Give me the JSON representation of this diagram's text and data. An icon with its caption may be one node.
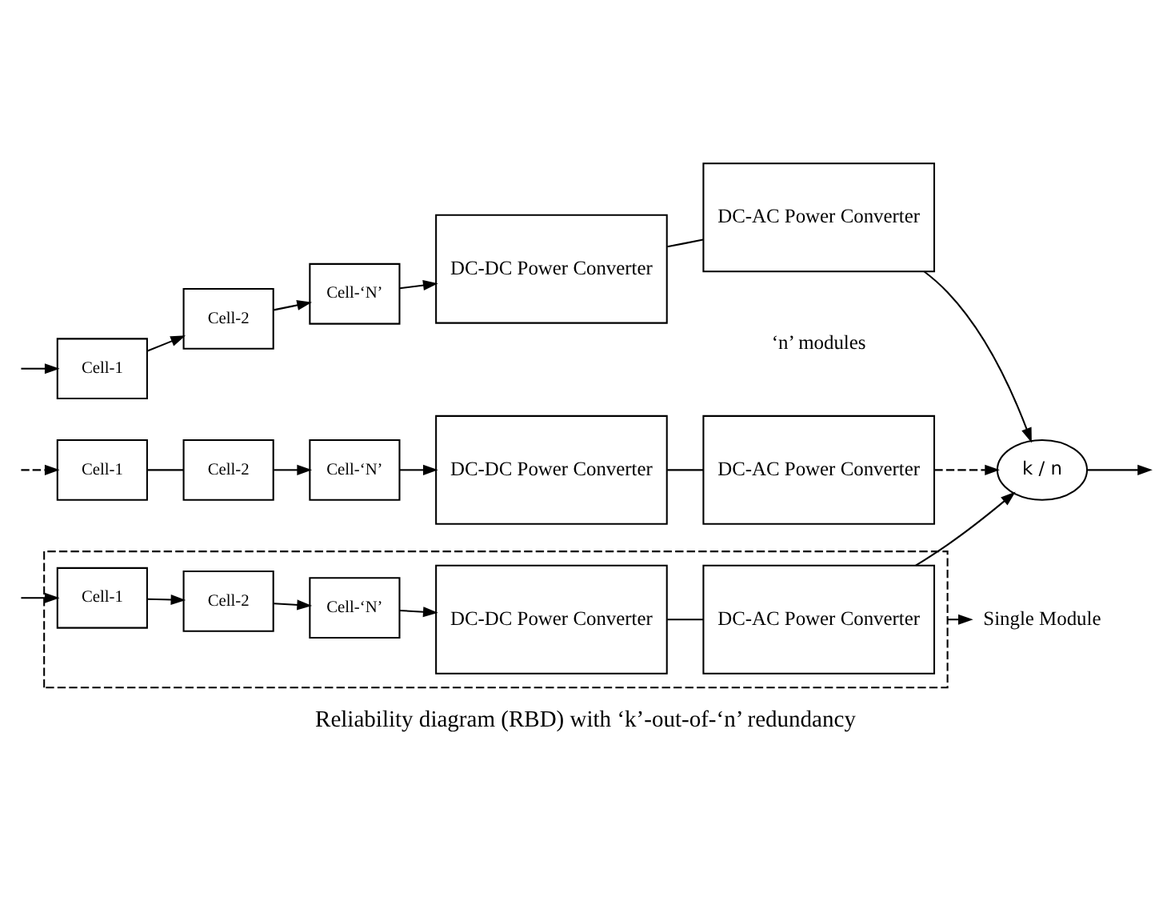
{
  "diagram": {
    "caption": "Reliability diagram (RBD) with ‘k’-out-of-‘n’ redundancy",
    "nodes": [
      {
        "text": [],
        "shape": "box"
      },
      {
        "text": [
          "Single Module"
        ]
      },
      {
        "text": [
          "Cell-1"
        ],
        "in": 0
      },
      {
        "text": [
          "Cell-2"
        ],
        "in": 0
      },
      {
        "text": [
          "Cell-‘N’"
        ],
        "in": 0
      },
      {
        "text": [
          "DC-DC Power Converter"
        ],
        "in": 0
      },
      {
        "text": [
          "DC-AC Power Converter"
        ],
        "in": 0
      },
      {
        "text": [
          "Cell-1"
        ]
      },
      {
        "text": [
          "Cell-2"
        ]
      },
      {
        "text": [
          "Cell-‘N’"
        ]
      },
      {
        "text": [
          "DC-DC Power Converter"
        ]
      },
      {
        "text": [
          "DC-AC Power Converter"
        ]
      },
      {
        "text": [
          "k / n"
        ]
      },
      {
        "text": [
          "Cell-1"
        ]
      },
      {
        "text": [
          "Cell-2"
        ]
      },
      {
        "text": [
          "Cell-‘N’"
        ]
      },
      {
        "text": [
          "DC-DC Power Converter"
        ]
      },
      {
        "text": [
          "DC-AC Power Converter"
        ]
      }
    ],
    "edges": [
      {
        "from": 0,
        "to": 1,
        "arrow": "to"
      },
      {
        "from": null,
        "to": 2,
        "arrow": "to"
      },
      {
        "from": null,
        "to": 7,
        "arrow": "to"
      },
      {
        "from": null,
        "to": 13,
        "arrow": "to",
        "style": "dashed"
      },
      {
        "from": 2,
        "to": 3,
        "arrow": "to"
      },
      {
        "from": 3,
        "to": 4,
        "arrow": "to"
      },
      {
        "from": 4,
        "to": 5,
        "arrow": "to"
      },
      {
        "from": 5,
        "to": 6,
        "arrow": "none"
      },
      {
        "from": 7,
        "to": 8,
        "arrow": "to"
      },
      {
        "from": 8,
        "to": 9,
        "arrow": "to"
      },
      {
        "from": 9,
        "to": 10,
        "arrow": "to"
      },
      {
        "from": 10,
        "to": 11,
        "arrow": "none"
      },
      {
        "from": 13,
        "to": 14,
        "arrow": "none"
      },
      {
        "from": 14,
        "to": 15,
        "arrow": "to"
      },
      {
        "from": 15,
        "to": 16,
        "arrow": "to"
      },
      {
        "from": 16,
        "to": 17,
        "arrow": "none"
      },
      {
        "from": 6,
        "to": 12,
        "arrow": "to"
      },
      {
        "from": 11,
        "to": 12,
        "arrow": "to"
      },
      {
        "from": 17,
        "to": 12,
        "arrow": "to",
        "style": "dashed"
      },
      {
        "from": 12,
        "to": null,
        "arrow": "to"
      }
    ],
    "labels": [
      "‘n’ modules"
    ]
  }
}
